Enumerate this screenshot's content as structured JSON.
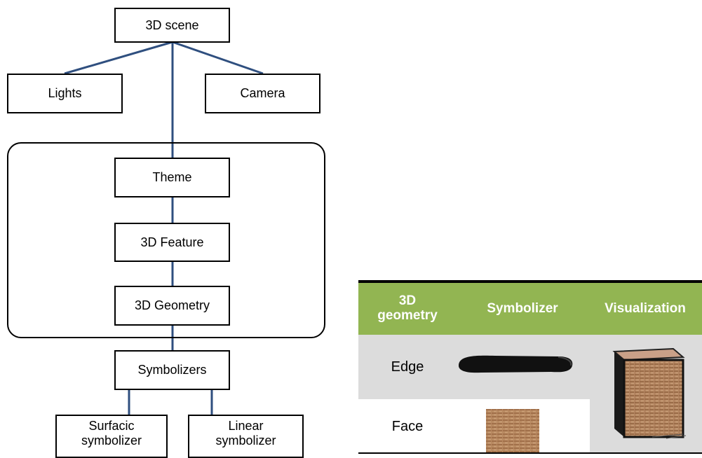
{
  "diagram": {
    "nodes": {
      "scene": "3D scene",
      "lights": "Lights",
      "camera": "Camera",
      "theme": "Theme",
      "feature": "3D Feature",
      "geometry": "3D Geometry",
      "symbolizers": "Symbolizers",
      "surfacic": [
        "Surfacic",
        "symbolizer"
      ],
      "linear": [
        "Linear",
        "symbolizer"
      ]
    },
    "colors": {
      "connector": "#2f4f7f",
      "border": "#000000"
    }
  },
  "table": {
    "headers": {
      "geometry": [
        "3D",
        "geometry"
      ],
      "symbolizer": "Symbolizer",
      "visualization": "Visualization"
    },
    "rows": [
      "Edge",
      "Face"
    ],
    "colors": {
      "header": "#92b552",
      "row_alt": "#dcdcdc",
      "header_text": "#ffffff"
    },
    "images": {
      "edge_symbolizer": "black-brush-stroke",
      "face_symbolizer": "brick-texture",
      "visualization": "textured-3d-box"
    }
  }
}
